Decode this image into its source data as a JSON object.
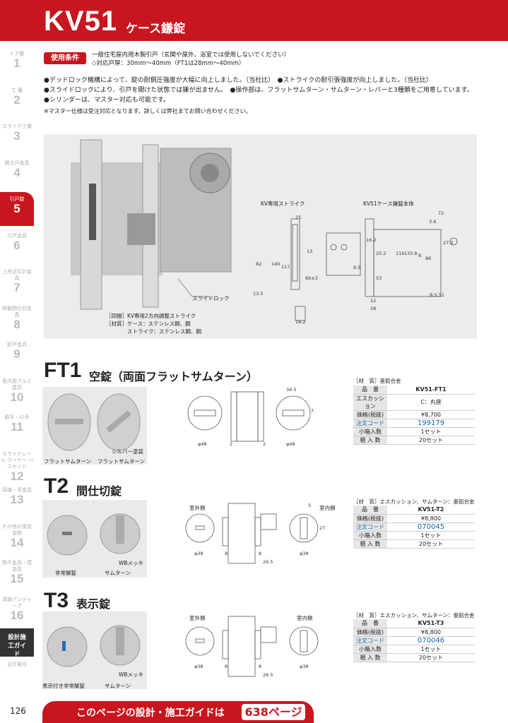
{
  "header": {
    "title": "KV51",
    "subtitle": "ケース鎌錠"
  },
  "sidebar": [
    {
      "label": "ドア錠",
      "num": "1"
    },
    {
      "label": "丁 番",
      "num": "2"
    },
    {
      "label": "スライド丁番",
      "num": "3"
    },
    {
      "label": "開き戸金具",
      "num": "4"
    },
    {
      "label": "引戸錠",
      "num": "5"
    },
    {
      "label": "引戸金具",
      "num": "6"
    },
    {
      "label": "上吊式引戸金具",
      "num": "7"
    },
    {
      "label": "移動間仕切金具",
      "num": "8"
    },
    {
      "label": "折戸金具",
      "num": "9"
    },
    {
      "label": "室内用アルミ建具",
      "num": "10"
    },
    {
      "label": "取手・引手",
      "num": "11"
    },
    {
      "label": "スライドレール ワイヤー バスケット",
      "num": "12"
    },
    {
      "label": "収納・吊金具",
      "num": "13"
    },
    {
      "label": "その他の家具金物",
      "num": "14"
    },
    {
      "label": "物干金具・建金具",
      "num": "15"
    },
    {
      "label": "真鍮アンティーク",
      "num": "16"
    }
  ],
  "sidebar_guide": "設計施工ガイド",
  "sidebar_contact": "会社案内",
  "conditions": {
    "badge": "使用条件",
    "line1": "一般住宅屋内用木製引戸（玄関や屋外、浴室では使用しないでください）",
    "line2": "◇対応戸厚：30mm〜40mm（FT1は28mm〜40mm）"
  },
  "features": {
    "l1": "●デッドロック機構によって、錠の耐側圧強度が大幅に向上しました。（当社比）　●ストライクの耐引張強度が向上しました。（当社比）",
    "l2": "●スライドロックにより、引戸を開けた状態では鎌が出ません。　●操作部は、フラットサムターン・サムターン・レバーと3種類をご用意しています。",
    "l3": "●シリンダーは、マスター対応も可能です。",
    "note": "※マスター仕様は受注対応となります。詳しくは弊社までお問い合わせください。"
  },
  "main": {
    "slide_lock": "スライドロック",
    "note1": "［同梱］KV専用2方向調整ストライク",
    "note2": "［材質］ケース：ステンレス鋼、鋼",
    "note3": "ストライク：ステンレス鋼、鋼",
    "strike_label": "KV専用ストライク",
    "body_label": "KV51ケース鎌錠本体",
    "dims": [
      "25",
      "13",
      "82",
      "140",
      "117",
      "66±3",
      "13.5",
      "18.2",
      "72",
      "3.6",
      "16.2",
      "25.2",
      "116",
      "133.8",
      "86",
      "8.5",
      "53",
      "27.2",
      "12",
      "18",
      "B.S.51",
      "8"
    ]
  },
  "ft1": {
    "code": "FT1",
    "title": "空錠（両面フラットサムターン）",
    "cap1": "フラットサムターン",
    "cap2": "フラットサムターン",
    "silver": "シルバー塗装",
    "material": "［材　質］亜鉛合金",
    "rows": [
      [
        "品　番",
        "KV51-FT1"
      ],
      [
        "エスカッション",
        "C：丸座"
      ],
      [
        "価格(税抜)",
        "¥8,700"
      ],
      [
        "注文コード",
        "199179"
      ],
      [
        "小箱入数",
        "1セット"
      ],
      [
        "梱 入 数",
        "20セット"
      ]
    ],
    "dims": [
      "34.5",
      "φ48",
      "2",
      "2",
      "7",
      "φ48"
    ]
  },
  "t2": {
    "code": "T2",
    "title": "間仕切錠",
    "cap1": "非常解錠",
    "cap2": "サムターン",
    "plating": "WBメッキ",
    "material": "［材　質］エスカッション、サムターン：亜鉛合金",
    "rows": [
      [
        "品　番",
        "KV51-T2"
      ],
      [
        "価格(税抜)",
        "¥8,800"
      ],
      [
        "注文コード",
        "070045"
      ],
      [
        "小箱入数",
        "1セット"
      ],
      [
        "梱 入 数",
        "20セット"
      ]
    ],
    "outside": "室外側",
    "inside": "室内側",
    "dims": [
      "5",
      "27",
      "φ38",
      "8",
      "8",
      "26.5",
      "φ38"
    ]
  },
  "t3": {
    "code": "T3",
    "title": "表示錠",
    "cap1": "表示付き非常解錠",
    "cap2": "サムターン",
    "plating": "WBメッキ",
    "material": "［材　質］エスカッション、サムターン：亜鉛合金",
    "rows": [
      [
        "品　番",
        "KV51-T3"
      ],
      [
        "価格(税抜)",
        "¥8,800"
      ],
      [
        "注文コード",
        "070046"
      ],
      [
        "小箱入数",
        "1セット"
      ],
      [
        "梱 入 数",
        "20セット"
      ]
    ],
    "outside": "室外側",
    "inside": "室内側",
    "dims": [
      "φ38",
      "8",
      "8",
      "26.5",
      "φ38"
    ]
  },
  "footer": {
    "text": "このページの設計・施工ガイドは",
    "page": "638ページ"
  },
  "page_number": "126",
  "colors": {
    "brand": "#c8161e",
    "code_blue": "#1565b0"
  }
}
